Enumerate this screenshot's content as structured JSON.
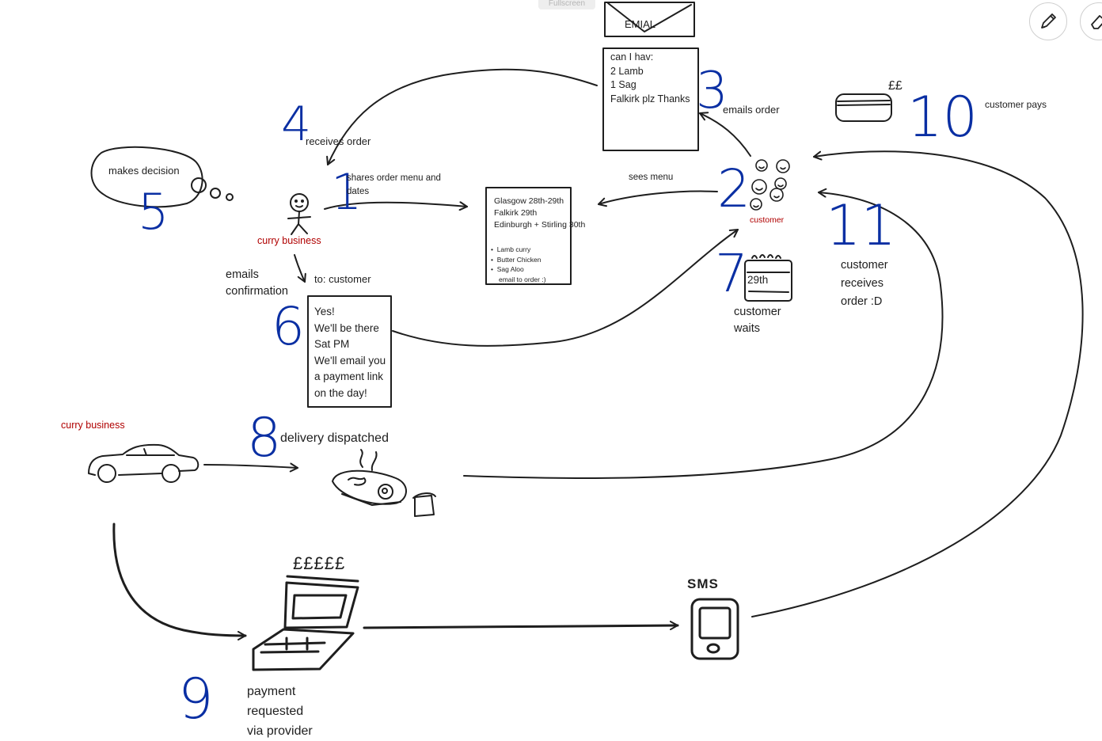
{
  "toolbar": {
    "fullscreen_label": "Fullscreen",
    "pencil_icon": "pencil-icon",
    "eraser_icon": "eraser-icon"
  },
  "colors": {
    "step_number": "#0a2fa3",
    "highlight": "#b00000",
    "ink": "#1e1e1e"
  },
  "steps": {
    "s1": {
      "number": "1",
      "caption_line1": "shares  order menu and",
      "caption_line2": "dates"
    },
    "s2": {
      "number": "2",
      "caption": "sees menu",
      "actor": "customer"
    },
    "s3": {
      "number": "3",
      "caption": "emails order"
    },
    "s4": {
      "number": "4",
      "caption": "receives   order"
    },
    "s5": {
      "number": "5",
      "caption": "makes decision"
    },
    "s6": {
      "number": "6",
      "caption_line1": "emails",
      "caption_line2": "confirmation",
      "to": "to: customer"
    },
    "s7": {
      "number": "7",
      "caption_line1": "customer",
      "caption_line2": "waits",
      "calendar_date": "29th"
    },
    "s8": {
      "number": "8",
      "caption": "delivery dispatched",
      "actor": "curry business"
    },
    "s9": {
      "number": "9",
      "caption_line1": "payment",
      "caption_line2": "requested",
      "caption_line3": "via provider",
      "money": "£££££"
    },
    "s10": {
      "number": "10",
      "caption": "customer pays",
      "money": "££"
    },
    "s11": {
      "number": "11",
      "caption_line1": "customer",
      "caption_line2": "receives",
      "caption_line3": "order :D"
    }
  },
  "curry_business_label": "curry business",
  "sms_label": "SMS",
  "email_envelope": {
    "label": "EMIAL"
  },
  "order_email": {
    "lines": [
      "can I hav:",
      "2 Lamb",
      "1 Sag",
      "Falkirk plz Thanks"
    ]
  },
  "menu_card": {
    "dates": [
      "Glasgow 28th-29th",
      "Falkirk 29th",
      "Edinburgh + Stirling 30th"
    ],
    "items": [
      "Lamb curry",
      "Butter Chicken",
      "Sag Aloo"
    ],
    "footer": "email to order :)"
  },
  "confirmation_email": {
    "lines": [
      "Yes!",
      "We'll be there",
      "Sat PM",
      "We'll email you",
      "a payment link",
      "on the day!"
    ]
  }
}
